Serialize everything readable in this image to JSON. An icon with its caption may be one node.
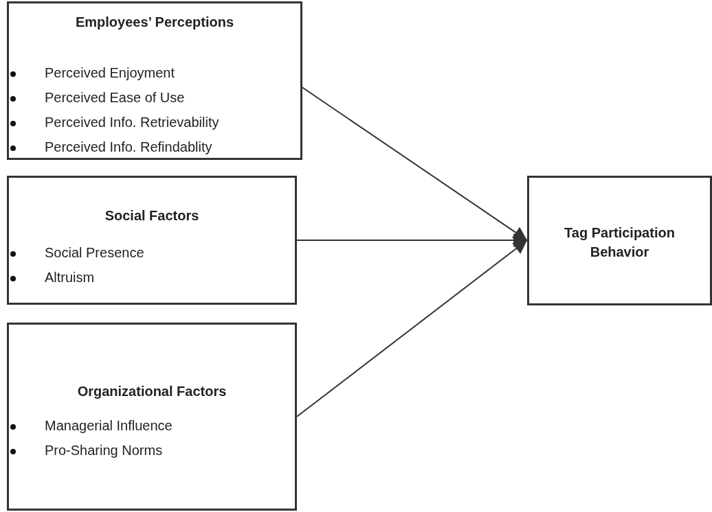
{
  "diagram": {
    "nodes": [
      {
        "text": [
          "Employees’ Perceptions",
          "Perceived Enjoyment",
          "Perceived Ease of Use",
          "Perceived Info. Retrievability",
          "Perceived Info. Refindablity"
        ]
      },
      {
        "text": [
          "Social Factors",
          "Social Presence",
          "Altruism"
        ]
      },
      {
        "text": [
          "Organizational Factors",
          "Managerial Influence",
          "Pro-Sharing Norms"
        ]
      },
      {
        "text": [
          "Tag Participation Behavior"
        ]
      }
    ],
    "edges": [
      {
        "from": 0,
        "to": 3,
        "arrow": "to"
      },
      {
        "from": 1,
        "to": 3,
        "arrow": "to"
      },
      {
        "from": 2,
        "to": 3,
        "arrow": "to"
      }
    ]
  }
}
